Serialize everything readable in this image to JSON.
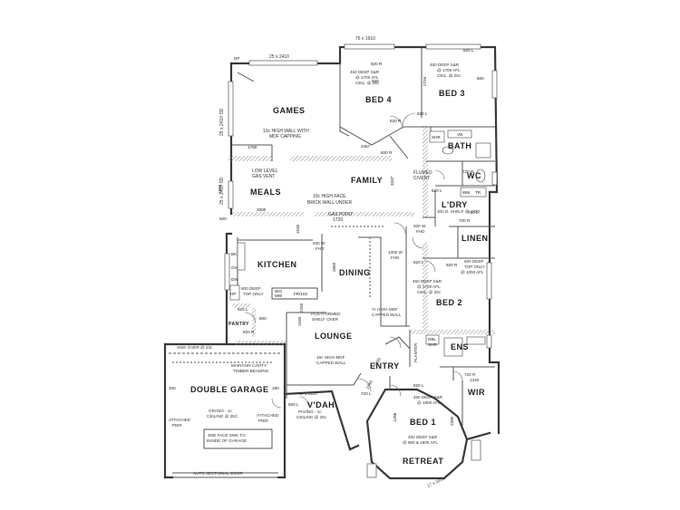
{
  "rooms": {
    "games": "GAMES",
    "bed4": "BED 4",
    "bed3": "BED 3",
    "bath": "BATH",
    "wc": "WC",
    "meals": "MEALS",
    "family": "FAMILY",
    "ldry": "L'DRY",
    "linen": "LINEN",
    "kitchen": "KITCHEN",
    "dining": "DINING",
    "bed2": "BED 2",
    "pantry": "PANTRY",
    "lounge": "LOUNGE",
    "ens": "ENS",
    "entry": "ENTRY",
    "double_garage": "DOUBLE GARAGE",
    "vdah": "V'DAH",
    "wir": "WIR",
    "bed1": "BED 1",
    "retreat": "RETREAT"
  },
  "notes": {
    "top_dim": "76 x 1910",
    "games_window": "25 x 2410",
    "games_wall": [
      "10c HIGH WALL WITH",
      "MDF CAPPING"
    ],
    "games_side": "25 x 2410 SD",
    "gas_vent": [
      "LOW LEVEL",
      "GAS VENT"
    ],
    "meals_side": "25 x 2410 SD",
    "brick_wall": [
      "10c HIGH FACE",
      "BRICK WALL UNDER"
    ],
    "gas_point": [
      "GAS POINT",
      "1720"
    ],
    "flumed_cvent": [
      "FLUMED",
      "C/VENT"
    ],
    "bed4_shelf": [
      "450 DEEP S&R",
      "@ 1700 AFL",
      "CEIL. @ 25c"
    ],
    "bed3_shelf": [
      "450 DEEP S&R",
      "@ 1700 AFL",
      "CEIL. @ 25c"
    ],
    "ldry_shelf": [
      "300 D. SHELF @ 1700"
    ],
    "kitchen_fhd": [
      "930 W",
      "FHD"
    ],
    "family_fhd": [
      "930 W",
      "FHD"
    ],
    "dining_fhd": [
      "1000 W",
      "FHD"
    ],
    "linen_top": [
      "600 DEEP",
      "TOP ONLY",
      "@ 1000 AFL"
    ],
    "bed2_shelf": [
      "450 DEEP S&R",
      "@ 1700 AFL",
      "CEIL. @ 25c"
    ],
    "kitchen_top": [
      "800 DEEP",
      "TOP ONLY"
    ],
    "shelf_over": [
      "POSTFORMED",
      "SHELF OVER"
    ],
    "capped_wall": [
      "7c HIGH MDF",
      "CAPPED WALL"
    ],
    "mdf_wall": [
      "18c HIGH MDF",
      "CAPPED WALL"
    ],
    "swk_over": "SWK OVER @ 23c",
    "cavity": [
      "MAINTAIN CAVITY",
      "TIMBER BEADING"
    ],
    "attached_pier_left": [
      "ATTACHED",
      "PIER"
    ],
    "attached_pier_right": [
      "ATTACHED",
      "PIER"
    ],
    "grano_ceiling": [
      "GRANO - 1c",
      "CEILING @ 25C"
    ],
    "face_swk": [
      "3ND FACE SWK TO",
      "INSIDE OF GARAGE"
    ],
    "paving": [
      "PAVING - 1c",
      "CEILING @ 25c"
    ],
    "vdah_dim": "17 x 2110",
    "auto_door": "AUTO SECTIONAL DOOR",
    "wir_dim": [
      "720 R",
      "1340"
    ],
    "bed1_shelf": [
      "450 DEEP S&R",
      "@ 1800 AFL"
    ],
    "retreat_shelf": [
      "450 DEEP S&R",
      "@ 900 & 1800 AFL"
    ],
    "retreat_dim": "17 x 1910",
    "planter": "PLANTER"
  },
  "tags": {
    "wo_mw": [
      "WO",
      "MW"
    ],
    "fr_182": "FR/182",
    "hp": "HP",
    "bk": "BK",
    "ov": "OV",
    "dw": "DW",
    "shr": "SHR",
    "vb": "VB",
    "dp_top": "DP",
    "wm": "WM",
    "tr": "TR",
    "dbl_shr": [
      "DBL",
      "SHR"
    ],
    "dims": [
      "1780",
      "2457",
      "2500",
      "1530",
      "2860",
      "3337",
      "2734",
      "600",
      "1390",
      "500",
      "2250",
      "100",
      "180",
      "820 R",
      "820 R",
      "820 R",
      "820 L",
      "820 L",
      "820 L",
      "820 L",
      "820 L",
      "720 R",
      "720 R",
      "930",
      "1540",
      "1240",
      "620 L",
      "620 L",
      "820 R",
      "720 L",
      "820 R",
      "720 L",
      "600",
      "1600",
      "1286",
      "2390"
    ]
  }
}
